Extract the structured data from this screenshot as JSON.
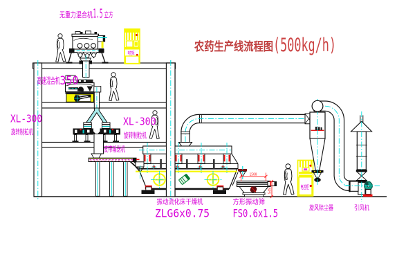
{
  "title": {
    "text": "农药生产线流程图",
    "capacity": "(500kg/h)"
  },
  "equipment": {
    "gravity_mixer": {
      "label": "无重力混合机",
      "volume": "1.5",
      "volume_unit": "立方"
    },
    "high_speed_mixer": {
      "label": "高速混合机",
      "model": "350"
    },
    "granulator_left": {
      "model": "XL-300",
      "label": "旋转制粒机"
    },
    "granulator_right": {
      "model": "XL-300",
      "label": "旋转制粒机"
    },
    "belt_conveyor": {
      "label": "皮带输送机"
    },
    "fluid_bed_dryer": {
      "label": "振动流化床干燥机",
      "model": "ZLG6x0.75"
    },
    "vibrating_screen": {
      "label": "方形振动筛",
      "model": "FS0.6x1.5",
      "dim_length": "1500",
      "dim_height": "545"
    },
    "cyclone_dust_collector": {
      "label": "旋风除尘器"
    },
    "induced_draft_fan": {
      "label": "引风机"
    },
    "control_cabinet_roof": {
      "label": "电控柜"
    },
    "control_cabinet_ground": {
      "label": "电控柜"
    }
  },
  "colors": {
    "label_magenta": "#d800d8",
    "title_red": "#c83a3a",
    "dimension_red": "#ff2020",
    "centerline_cyan": "#00dede",
    "highlight_yellow": "#f6f600",
    "line_black": "#1a1a1a",
    "fan_teal": "#16a38c",
    "motor_green": "#0a8a3a"
  }
}
